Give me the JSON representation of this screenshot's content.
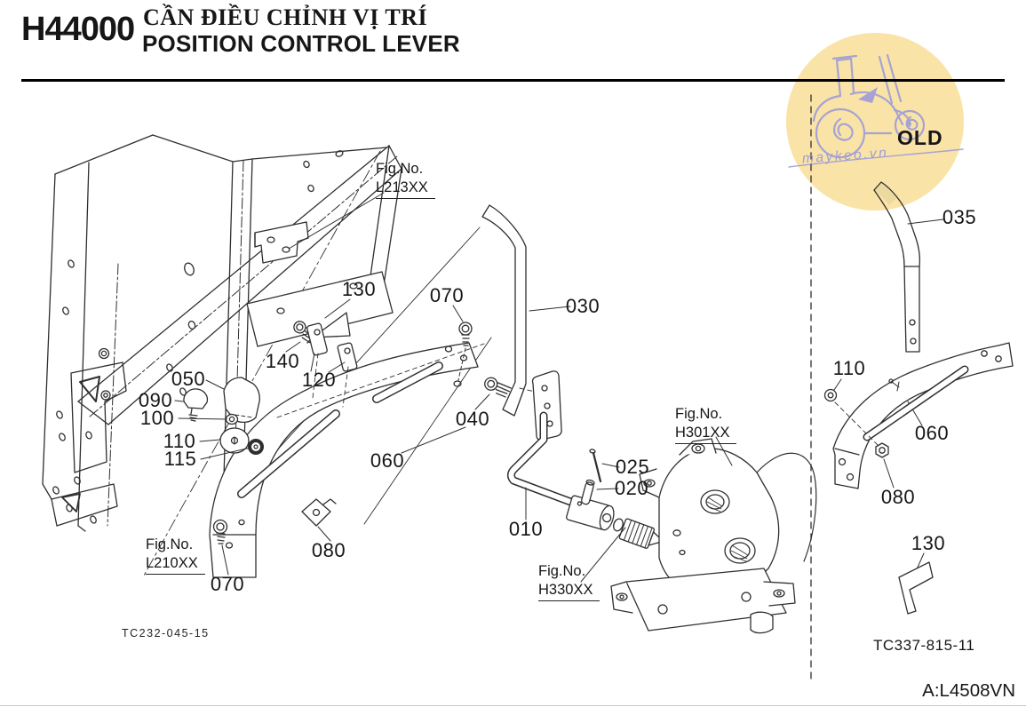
{
  "header": {
    "code": "H44000",
    "title_vi": "CẦN ĐIỀU CHỈNH VỊ TRÍ",
    "title_en": "POSITION CONTROL LEVER"
  },
  "watermark": {
    "old_label": "OLD",
    "site": "maykeo.vn"
  },
  "fig_label": "Fig.No.",
  "figs": {
    "l213": "L213XX",
    "l210": "L210XX",
    "h301": "H301XX",
    "h330": "H330XX"
  },
  "parts": {
    "n010": "010",
    "n020": "020",
    "n025": "025",
    "n030": "030",
    "n035": "035",
    "n040": "040",
    "n050": "050",
    "n060": "060",
    "n070": "070",
    "n080": "080",
    "n090": "090",
    "n100": "100",
    "n110": "110",
    "n115": "115",
    "n120": "120",
    "n130": "130",
    "n140": "140"
  },
  "codes": {
    "left_drawing": "TC232-045-15",
    "right_drawing": "TC337-815-11",
    "page": "A:L4508VN"
  },
  "colors": {
    "watermark_circle": "#fae3a7",
    "watermark_sketch": "#9d9dd8",
    "line": "#2f2f2f"
  }
}
